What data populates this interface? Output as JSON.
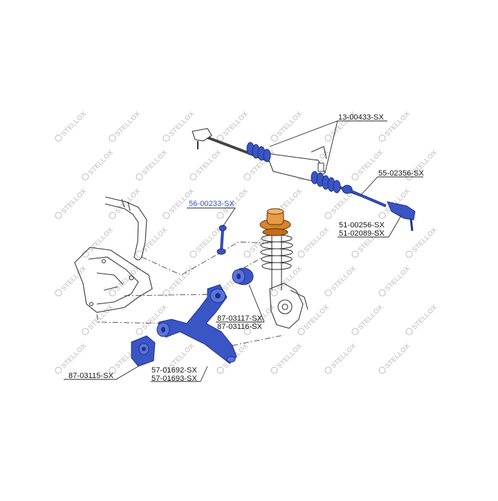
{
  "diagram": {
    "watermark_text": "STELLOX",
    "part_labels": [
      {
        "id": "rack-boots",
        "text": "13-00433-SX",
        "highlight": false
      },
      {
        "id": "inner-tie-rod",
        "text": "55-02356-SX",
        "highlight": false
      },
      {
        "id": "tie-rod-end-a",
        "text": "51-00256-SX",
        "highlight": false
      },
      {
        "id": "tie-rod-end-b",
        "text": "51-02089-SX",
        "highlight": false
      },
      {
        "id": "stabilizer-link",
        "text": "56-00233-SX",
        "highlight": true
      },
      {
        "id": "front-bushing-a",
        "text": "87-03117-SX",
        "highlight": false
      },
      {
        "id": "front-bushing-b",
        "text": "87-03116-SX",
        "highlight": false
      },
      {
        "id": "rear-bushing",
        "text": "87-03115-SX",
        "highlight": false
      },
      {
        "id": "control-arm-a",
        "text": "57-01692-SX",
        "highlight": false
      },
      {
        "id": "control-arm-b",
        "text": "57-01693-SX",
        "highlight": false
      }
    ],
    "colors": {
      "part_blue": "#3a55c4",
      "part_blue_dark": "#1e2f8a",
      "mount_orange": "#d9822b",
      "line": "#222222",
      "watermark": "#cfcfcf",
      "link_label": "#2a55c8"
    }
  }
}
